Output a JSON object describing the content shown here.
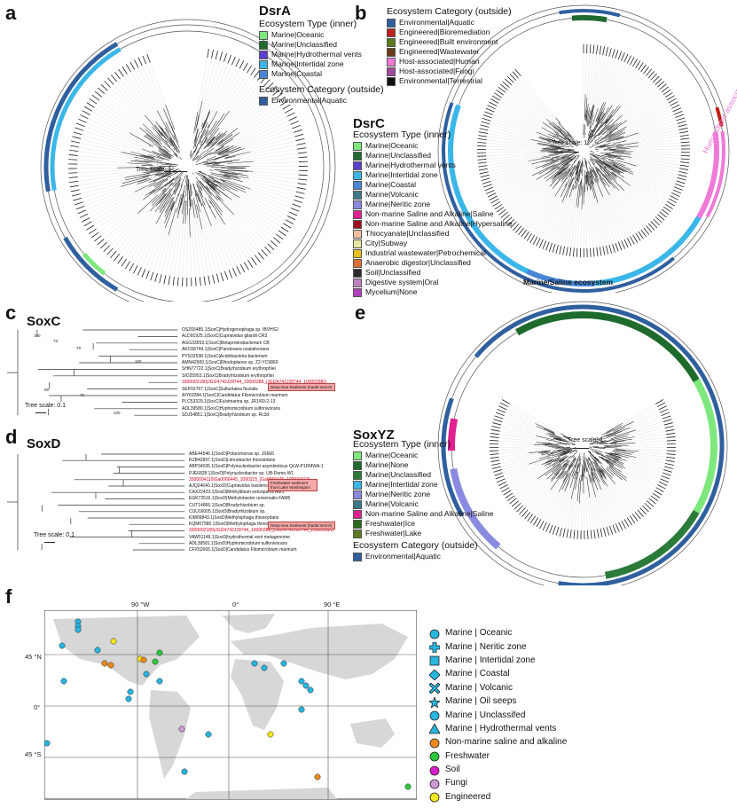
{
  "panels": {
    "a": {
      "letter": "a",
      "title": "DsrA",
      "tree_scale": "Tree scale: 1",
      "inner_header": "Ecosystem Type (inner)",
      "inner": [
        {
          "label": "Marine|Oceanic",
          "color": "#7ee87e"
        },
        {
          "label": "Marine|Unclassified",
          "color": "#1f6b2e"
        },
        {
          "label": "Marine|Hydrothermal vents",
          "color": "#5a3fd0"
        },
        {
          "label": "Marine|Intertidal zone",
          "color": "#3ab7e8"
        },
        {
          "label": "Marine|Coastal",
          "color": "#4a86d8"
        }
      ],
      "outer_header": "Ecosystem Category (outside)",
      "outer": [
        {
          "label": "Environmental|Aquatic",
          "color": "#2f5f9e"
        }
      ]
    },
    "b": {
      "letter": "b",
      "title": "DsrC",
      "tree_scale": "Tree scale: 1",
      "outer_header": "Ecosystem Category (outside)",
      "outer": [
        {
          "label": "Environmental|Aquatic",
          "color": "#2f5f9e"
        },
        {
          "label": "Engineered|Bioremediation",
          "color": "#c0201a"
        },
        {
          "label": "Engineered|Built environment",
          "color": "#5a7a20"
        },
        {
          "label": "Engineered|Wastewater",
          "color": "#6a3a18"
        },
        {
          "label": "Host-associated|Human",
          "color": "#f07ad8"
        },
        {
          "label": "Host-associated|Fungi",
          "color": "#a04a9a"
        },
        {
          "label": "Environmental|Terrestrial",
          "color": "#111111"
        }
      ],
      "inner_header": "Ecosystem Type (inner)",
      "inner": [
        {
          "label": "Marine|Oceanic",
          "color": "#7ee87e"
        },
        {
          "label": "Marine|Unclassified",
          "color": "#1f6b2e"
        },
        {
          "label": "Marine|Hydrothermal vents",
          "color": "#5a3fd0"
        },
        {
          "label": "Marine|Intertidal zone",
          "color": "#3ab7e8"
        },
        {
          "label": "Marine|Coastal",
          "color": "#4a86d8"
        },
        {
          "label": "Marine|Volcanic",
          "color": "#3a7a8a"
        },
        {
          "label": "Marine|Neritic zone",
          "color": "#8a8ae0"
        },
        {
          "label": "Non-marine Saline and Alkaline|Saline",
          "color": "#e02090"
        },
        {
          "label": "Non-marine Saline and Alkaline|Hypersaline",
          "color": "#a01020"
        },
        {
          "label": "Thiocyanate|Unclassified",
          "color": "#f0c0a0"
        },
        {
          "label": "City|Subway",
          "color": "#e8e8a0"
        },
        {
          "label": "Industrial wastewater|Petrochemical",
          "color": "#e8c020"
        },
        {
          "label": "Anaerobic digestor|Unclassified",
          "color": "#e07030"
        },
        {
          "label": "Soil|Unclassified",
          "color": "#2a2a2a"
        },
        {
          "label": "Digestive system|Oral",
          "color": "#c080c0"
        },
        {
          "label": "Mycelium|None",
          "color": "#b040c0"
        }
      ],
      "arc_label_bottom": "Marine/Saline ecosystem",
      "arc_label_side": "Human/host-associated"
    },
    "c": {
      "letter": "c",
      "title": "SoxC",
      "tree_scale": "Tree scale: 0.1",
      "leaves": [
        "OSZ65485.1|SoxC|Hydrogenophaga sp. IBVHS2",
        "ALD91925.1|SoxC|Cupriavidus gilardii CR3",
        "AGG33553.1|SoxC|Betaproteobacterium CB",
        "AKC68744.1|SoxC|Pandoraea oxalativorans",
        "PYS32538.1|SoxC|Acidobacteria bacterium",
        "AMN42900.1|SoxC|Rhodoplanes sp. Z2-YC6860",
        "SHN77722.1|SoxC|Bradyrhizobium erythrophlei",
        "SIO25953.1|SoxC|Bradyrhizobium erythrophlei",
        "3300002180|JGI24742J28744_10000288_|JGI24742J28744_100002881|",
        "SEP02767.1|SoxC|Sulfuritalea fluvialis",
        "AIY69284.1|SoxC|Candidatus Filomicrobium marinum",
        "PLC53329.1|SoxC|Fulvimarina sp. JR1/69-2-13",
        "ADL39580.1|SoxC|Hyphomicrobium sulfonivorans",
        "SDJ54851.1|SoxC|Bradyrhizobium sp. Rc3d"
      ],
      "highlight": "Deep-Sea Sediment (hadal trench)",
      "bootstraps": [
        "100",
        "73",
        "78",
        "100",
        "99",
        "76",
        "100"
      ]
    },
    "d": {
      "letter": "d",
      "title": "SoxD",
      "tree_scale": "Tree scale: 0.1",
      "leaves": [
        "ABE44546.1|SoxD|Polaromonas sp. JS666",
        "RZB42897.1|SoxD|Limnobacter thiooxidans",
        "ABP34035.1|SoxD|Polynucleobacter asymbioticus QLW-P1DMWA-1",
        "PJE6828.1|SoxD|Polynucleobacter sp. UB-Domo-W1",
        "3300004110|Ga0066445_1000315_|Ga0066445_100031513|",
        "AJQ24640.1|SoxD|Cupriavidus basilensis",
        "CAX22423.1|SoxD|Methylibium extorquens AM1",
        "EGK72516.1|SoxD|Methylobacter universalis FAM5",
        "CUT14866.1|SoxD|Bradyrhizobium sp.",
        "CUU16005.1|SoxD|Bradyrhizobium sp.",
        "KIM09843.1|SoxD|Methylophaga thiooxydans",
        "KQM07980.1|SoxD|Methylophaga thiooxydans",
        "3300002180|JGI24742J28744_10000288_|JGI24742J28744_100002881|",
        "VAW51148.1|SoxD|hydrothermal vent metagenome",
        "ADL39581.1|SoxD|Hyphomicrobium sulfonivorans",
        "CFX52665.1|SoxD|Candidatus Filomicrobium marinum"
      ],
      "highlight1": "Freshwater sediment from Lake Washington",
      "highlight2": "Deep-Sea Sediment (hadal trench)"
    },
    "e": {
      "letter": "e",
      "title": "SoxYZ",
      "tree_scale": "Tree scale: 1",
      "inner_header": "Ecosystem Type (inner)",
      "inner": [
        {
          "label": "Marine|Oceanic",
          "color": "#7ee87e"
        },
        {
          "label": "Marine|None",
          "color": "#1f6b2e"
        },
        {
          "label": "Marine|Unclassified",
          "color": "#2a7a3a"
        },
        {
          "label": "Marine|Intertidal zone",
          "color": "#3ab7e8"
        },
        {
          "label": "Marine|Neritic zone",
          "color": "#8a8ae0"
        },
        {
          "label": "Marine|Volcanic",
          "color": "#3a7a8a"
        },
        {
          "label": "Non-marine Saline and Alkaline|Saline",
          "color": "#e02090"
        },
        {
          "label": "Freshwater|Ice",
          "color": "#2a6a1a"
        },
        {
          "label": "Freshwater|Lake",
          "color": "#5a7a20"
        }
      ],
      "outer_header": "Ecosystem Category (outside)",
      "outer": [
        {
          "label": "Environmental|Aquatic",
          "color": "#2f5f9e"
        }
      ]
    },
    "f": {
      "letter": "f",
      "lon_labels": [
        "90 °W",
        "0°",
        "90 °E"
      ],
      "lat_labels": [
        "45 °N",
        "0°",
        "45 °S"
      ],
      "legend": [
        {
          "label": "Marine | Oceanic",
          "shape": "circle",
          "color": "#29b6e0"
        },
        {
          "label": "Marine | Neritic zone",
          "shape": "plus",
          "color": "#29b6e0"
        },
        {
          "label": "Marine | Intertidal zone",
          "shape": "square",
          "color": "#29b6e0"
        },
        {
          "label": "Marine | Coastal",
          "shape": "diamond",
          "color": "#29b6e0"
        },
        {
          "label": "Marine | Volcanic",
          "shape": "cross",
          "color": "#29b6e0"
        },
        {
          "label": "Marine | Oil seeps",
          "shape": "star",
          "color": "#29b6e0"
        },
        {
          "label": "Marine | Unclassifed",
          "shape": "circle",
          "color": "#29b6e0"
        },
        {
          "label": "Marine | Hydrothermal vents",
          "shape": "triangle",
          "color": "#29b6e0"
        },
        {
          "label": "Non-marine saline and alkaline",
          "shape": "circle",
          "color": "#f08a1e"
        },
        {
          "label": "Freshwater",
          "shape": "circle",
          "color": "#2ec83a"
        },
        {
          "label": "Soil",
          "shape": "circle",
          "color": "#d81ec8"
        },
        {
          "label": "Fungi",
          "shape": "circle",
          "color": "#d09ad8"
        },
        {
          "label": "Engineered",
          "shape": "circle",
          "color": "#f5e61e"
        }
      ]
    }
  }
}
